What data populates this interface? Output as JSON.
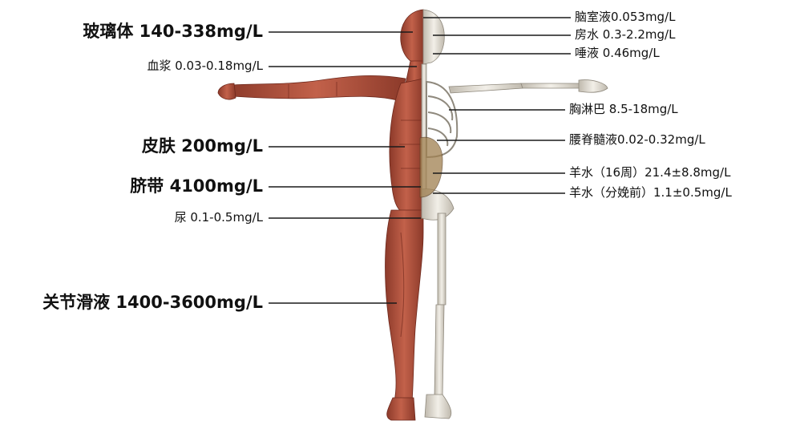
{
  "left_labels": [
    {
      "text": "玻璃体 140-338mg/L",
      "size": "big"
    },
    {
      "text": "血浆 0.03-0.18mg/L",
      "size": "small"
    },
    {
      "text": "皮肤 200mg/L",
      "size": "big"
    },
    {
      "text": "脐带 4100mg/L",
      "size": "big"
    },
    {
      "text": "尿 0.1-0.5mg/L",
      "size": "small"
    },
    {
      "text": "关节滑液 1400-3600mg/L",
      "size": "big"
    }
  ],
  "right_labels": [
    {
      "text": "脑室液0.053mg/L"
    },
    {
      "text": "房水 0.3-2.2mg/L"
    },
    {
      "text": "唾液 0.46mg/L"
    },
    {
      "text": "胸淋巴 8.5-18mg/L"
    },
    {
      "text": "腰脊髓液0.02-0.32mg/L"
    },
    {
      "text": "羊水（16周）21.4±8.8mg/L"
    },
    {
      "text": "羊水（分娩前）1.1±0.5mg/L"
    }
  ],
  "colors": {
    "muscle": "#b5533e",
    "muscle_dark": "#7e2f22",
    "bone": "#e8e4da",
    "bone_shadow": "#a9a398",
    "line": "#1a1a1a"
  }
}
